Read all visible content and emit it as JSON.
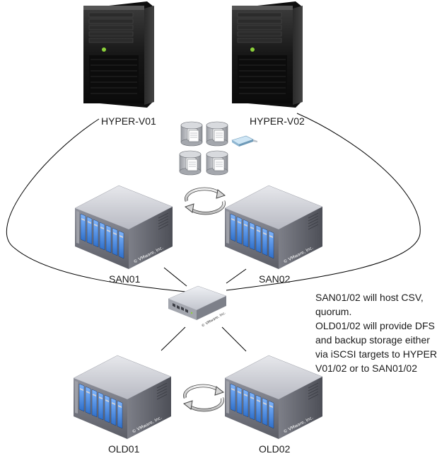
{
  "nodes": {
    "hyperv1": {
      "label": "HYPER-V01",
      "type": "tower-server"
    },
    "hyperv2": {
      "label": "HYPER-V02",
      "type": "tower-server"
    },
    "san1": {
      "label": "SAN01",
      "type": "rack-storage",
      "credit": "© VMware, Inc."
    },
    "san2": {
      "label": "SAN02",
      "type": "rack-storage",
      "credit": "© VMware, Inc."
    },
    "old1": {
      "label": "OLD01",
      "type": "rack-storage",
      "credit": "© VMware, Inc."
    },
    "old2": {
      "label": "OLD02",
      "type": "rack-storage",
      "credit": "© VMware, Inc."
    },
    "switch": {
      "type": "network-switch",
      "credit": "© VMware, Inc."
    }
  },
  "icons": {
    "disk_stack": "disk-stack-icon",
    "usb_drive": "usb-drive-icon",
    "replication": "replication-arrow-icon"
  },
  "note": {
    "lines": [
      "SAN01/02 will host CSV,",
      "quorum.",
      "OLD01/02 will provide DFS",
      "and backup storage either",
      "via iSCSI targets to HYPER-",
      "V01/02 or to SAN01/02"
    ]
  },
  "colors": {
    "line": "#000000",
    "tower_body": "#1c1c1c",
    "drive_blue": "#3d7fd9",
    "power_led": "#8bd13a"
  }
}
